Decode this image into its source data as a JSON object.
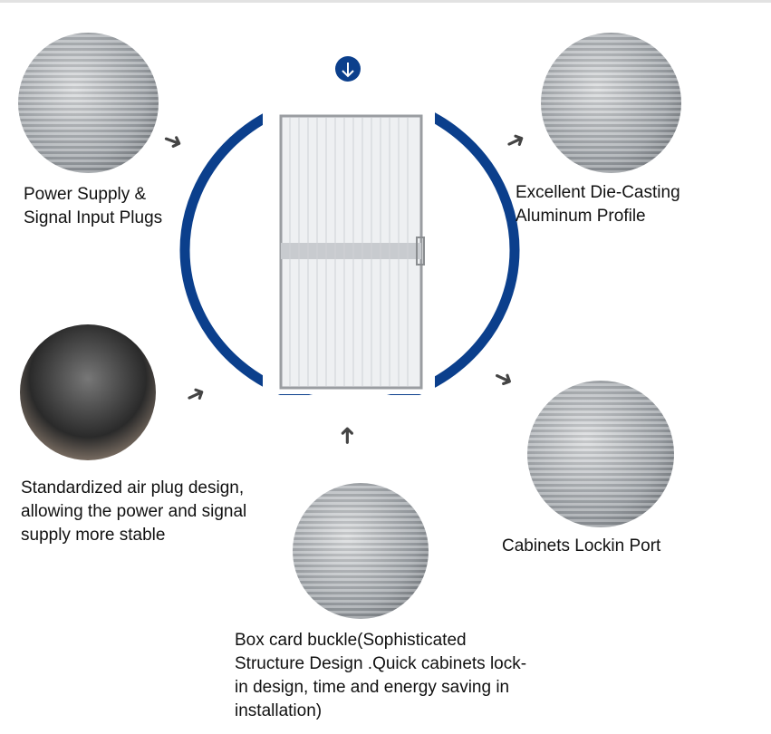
{
  "features": {
    "power": "Power Supply & Signal Input Plugs",
    "die_casting": "Excellent Die-Casting Aluminum Profile",
    "air_plug": "Standardized air plug design, allowing the power and signal supply more stable",
    "lockin": "Cabinets Lockin Port",
    "buckle": "Box card buckle(Sophisticated Structure Design .Quick cabinets lock-in design, time and energy saving in installation)"
  },
  "colors": {
    "accent": "#0b3f8c"
  }
}
